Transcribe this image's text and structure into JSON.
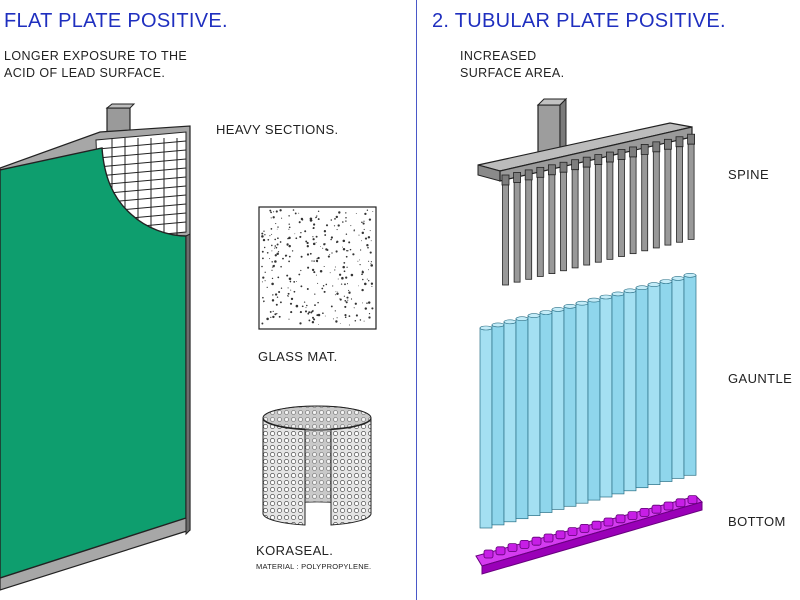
{
  "left": {
    "heading": "FLAT PLATE POSITIVE.",
    "note_lines": [
      "LONGER EXPOSURE TO THE",
      "ACID OF LEAD SURFACE."
    ],
    "heavy_sections": "HEAVY SECTIONS.",
    "glass_mat": "GLASS MAT.",
    "koraseal": "KORASEAL.",
    "material": "MATERIAL : POLYPROPYLENE."
  },
  "right": {
    "heading": "2. TUBULAR PLATE POSITIVE.",
    "note_lines": [
      "INCREASED",
      "SURFACE AREA."
    ],
    "spine": "SPINE",
    "gauntlet": "GAUNTLE",
    "bottom": "BOTTOM"
  },
  "colors": {
    "heading": "#1f2fbf",
    "divider": "#4a58c8",
    "plate_green": "#0e9e6e",
    "spine_gray": "#8a8a8a",
    "gauntlet_blue": "#8fd6ec",
    "bottom_bar_purple": "#b800d9"
  }
}
